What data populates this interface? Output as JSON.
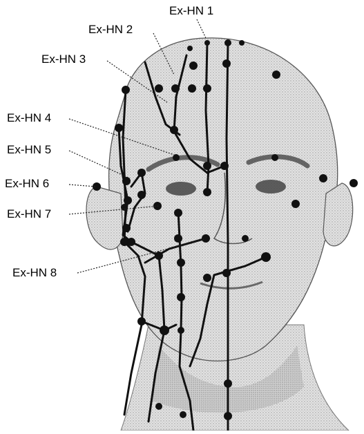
{
  "labels": [
    {
      "id": "ex-hn-1",
      "text": "Ex-HN 1"
    },
    {
      "id": "ex-hn-2",
      "text": "Ex-HN 2"
    },
    {
      "id": "ex-hn-3",
      "text": "Ex-HN 3"
    },
    {
      "id": "ex-hn-4",
      "text": "Ex-HN 4"
    },
    {
      "id": "ex-hn-5",
      "text": "Ex-HN 5"
    },
    {
      "id": "ex-hn-6",
      "text": "Ex-HN 6"
    },
    {
      "id": "ex-hn-7",
      "text": "Ex-HN 7"
    },
    {
      "id": "ex-hn-8",
      "text": "Ex-HN 8"
    }
  ],
  "colors": {
    "skin": "#d6d6d6",
    "skin_dark": "#b8b8b8",
    "line": "#111111",
    "point": "#111111",
    "text": "#000000"
  }
}
